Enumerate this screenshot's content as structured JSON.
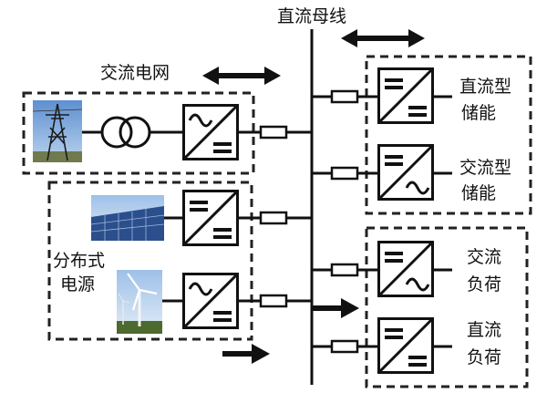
{
  "labels": {
    "dc_bus": "直流母线",
    "ac_grid": "交流电网",
    "dist_line1": "分布式",
    "dist_line2": "电源",
    "dc_storage_line1": "直流型",
    "dc_storage_line2": "储能",
    "ac_storage_line1": "交流型",
    "ac_storage_line2": "储能",
    "ac_load_line1": "交流",
    "ac_load_line2": "负荷",
    "dc_load_line1": "直流",
    "dc_load_line2": "负荷"
  },
  "icons": {
    "grid_source": "transmission-tower-icon",
    "transformer": "transformer-icon",
    "pv_source": "solar-panel-icon",
    "wind_source": "wind-turbine-icon"
  },
  "colors": {
    "line": "#111111",
    "sky": "#8fb4de",
    "panel": "#2b4f8c",
    "ground": "#4d6a2f"
  }
}
